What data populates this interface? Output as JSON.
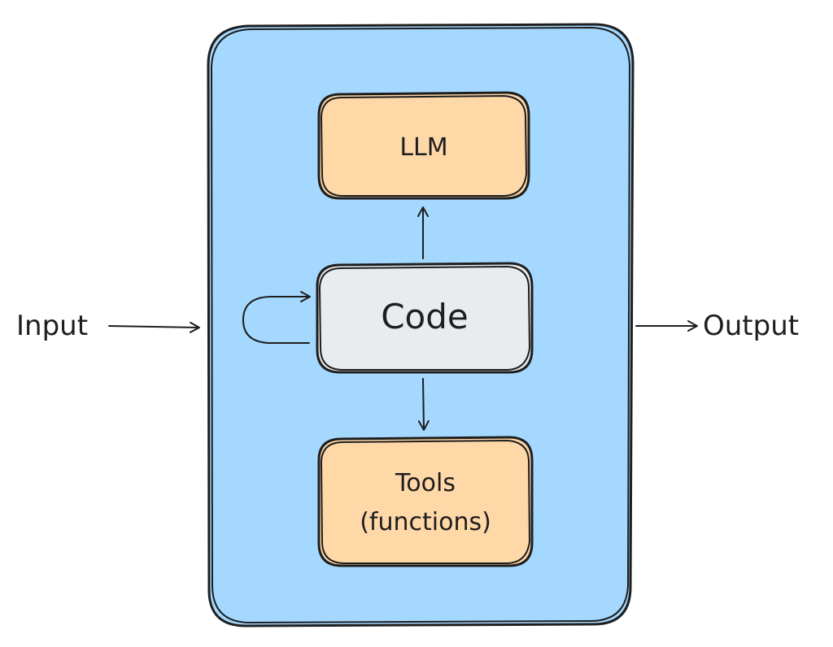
{
  "diagram": {
    "input_label": "Input",
    "output_label": "Output",
    "llm_label": "LLM",
    "code_label": "Code",
    "tools_line1": "Tools",
    "tools_line2": "(functions)"
  },
  "colors": {
    "container_fill": "#a5d8ff",
    "orange_fill": "#ffd8a8",
    "code_fill": "#e9ecef",
    "stroke": "#1e1e1e",
    "background": "#ffffff"
  }
}
